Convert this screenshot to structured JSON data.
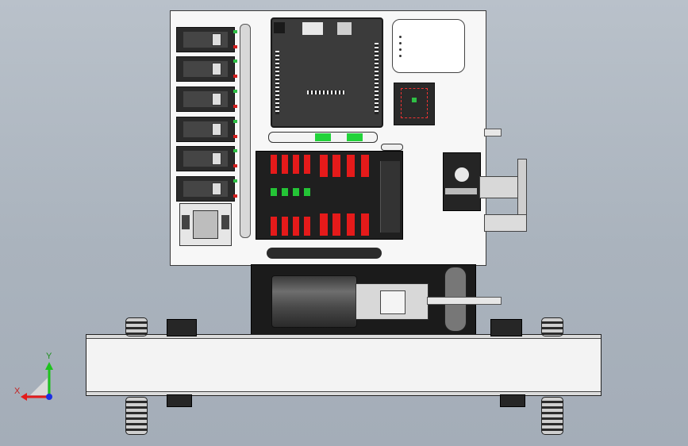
{
  "viewport": {
    "background_top": "#b9c1ca",
    "background_bottom": "#a4adb8"
  },
  "model": {
    "panel_color": "#f7f7f7",
    "esc_count": 6,
    "fuse_color": "#e51a1a",
    "indicator_color": "#24c436"
  },
  "triad": {
    "x_label": "X",
    "y_label": "Y",
    "x_color": "#e31b1b",
    "y_color": "#1ec21e",
    "z_color": "#1b2fe3"
  }
}
